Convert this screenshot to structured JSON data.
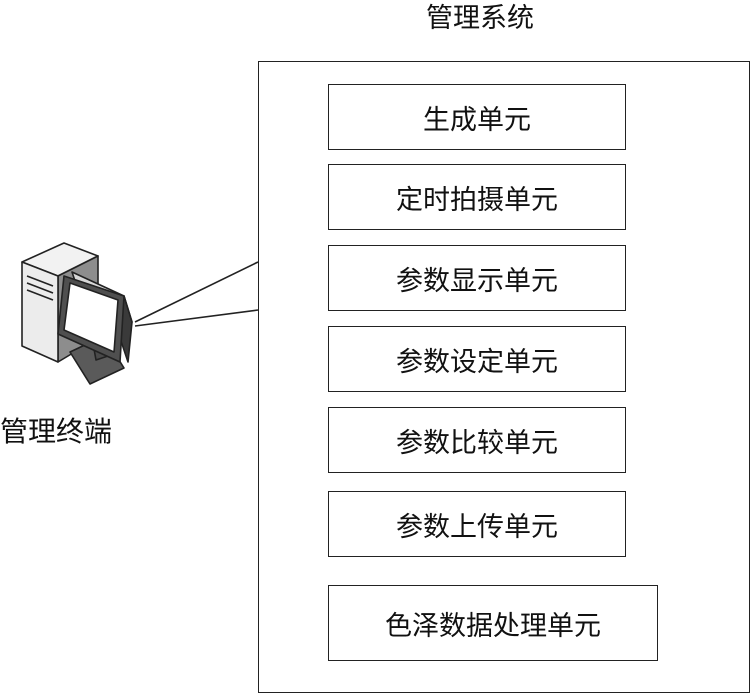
{
  "system": {
    "title": "管理系统",
    "units": [
      {
        "label": "生成单元"
      },
      {
        "label": "定时拍摄单元"
      },
      {
        "label": "参数显示单元"
      },
      {
        "label": "参数设定单元"
      },
      {
        "label": "参数比较单元"
      },
      {
        "label": "参数上传单元"
      },
      {
        "label": "色泽数据处理单元"
      }
    ]
  },
  "terminal": {
    "label": "管理终端",
    "icon": "computer-icon"
  }
}
